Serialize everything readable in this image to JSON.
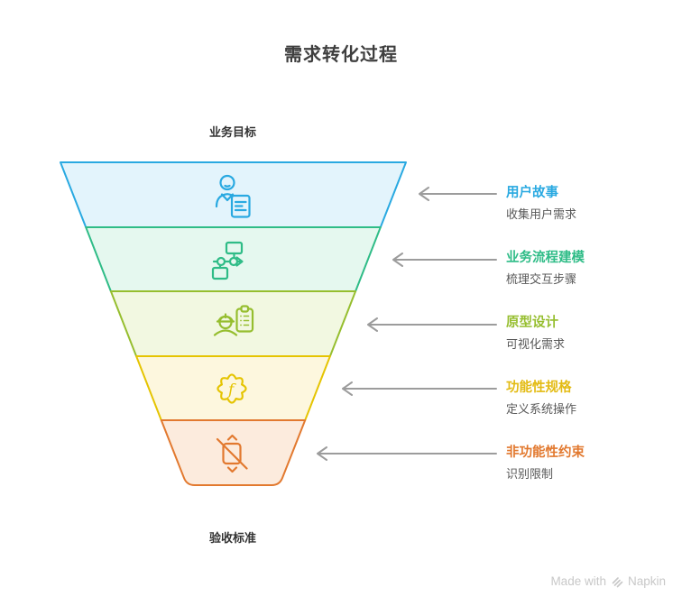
{
  "title": "需求转化过程",
  "funnel": {
    "top_label": "业务目标",
    "bottom_label": "验收标准",
    "arrow_color": "#9c9c9c",
    "levels": [
      {
        "name": "用户故事",
        "description": "收集用户需求",
        "accent_color": "#29a9e1",
        "fill_color": "#e3f4fc",
        "icon": "user-with-document-icon"
      },
      {
        "name": "业务流程建模",
        "description": "梳理交互步骤",
        "accent_color": "#2fbc87",
        "fill_color": "#e5f8ef",
        "icon": "flowchart-icon"
      },
      {
        "name": "原型设计",
        "description": "可视化需求",
        "accent_color": "#96be2f",
        "fill_color": "#f2f8e1",
        "icon": "engineer-with-clipboard-icon"
      },
      {
        "name": "功能性规格",
        "description": "定义系统操作",
        "accent_color": "#e5c402",
        "fill_color": "#fdf7de",
        "icon": "function-badge-icon",
        "icon_glyph": "f"
      },
      {
        "name": "非功能性约束",
        "description": "识别限制",
        "accent_color": "#e2792f",
        "fill_color": "#fcebdd",
        "icon": "constraint-no-resize-icon"
      }
    ]
  },
  "watermark": {
    "prefix": "Made with",
    "brand": "Napkin"
  }
}
